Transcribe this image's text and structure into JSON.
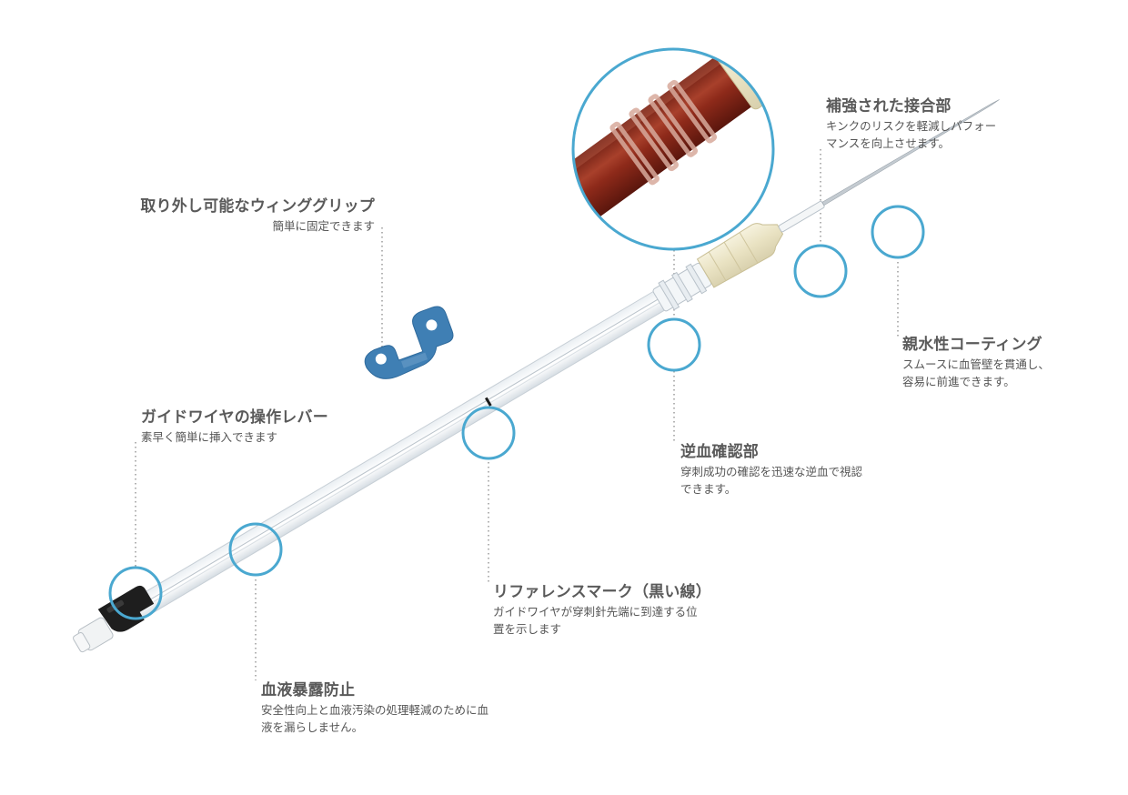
{
  "colors": {
    "accent": "#4aa8d0",
    "leader": "#9a9a9a",
    "blood": "#8e2a1a",
    "wing": "#3f7fb4",
    "hub": "#eee9cf",
    "lever": "#1e1e1e"
  },
  "callouts": {
    "wing": {
      "title": "取り外し可能なウィンググリップ",
      "lines": [
        "簡単に固定できます"
      ]
    },
    "lever": {
      "title": "ガイドワイヤの操作レバー",
      "lines": [
        "素早く簡単に挿入できます"
      ]
    },
    "connection": {
      "title": "補強された接合部",
      "lines": [
        "キンクのリスクを軽減しパフォー",
        "マンスを向上させます。"
      ]
    },
    "coating": {
      "title": "親水性コーティング",
      "lines": [
        "スムースに血管壁を貫通し、",
        "容易に前進できます。"
      ]
    },
    "flashback": {
      "title": "逆血確認部",
      "lines": [
        "穿刺成功の確認を迅速な逆血で視認",
        "できます。"
      ]
    },
    "reference": {
      "title": "リファレンスマーク（黒い線）",
      "lines": [
        "ガイドワイヤが穿刺針先端に到達する位",
        "置を示します"
      ]
    },
    "exposure": {
      "title": "血液暴露防止",
      "lines": [
        "安全性向上と血液汚染の処理軽減のために血",
        "液を漏らしません。"
      ]
    }
  }
}
